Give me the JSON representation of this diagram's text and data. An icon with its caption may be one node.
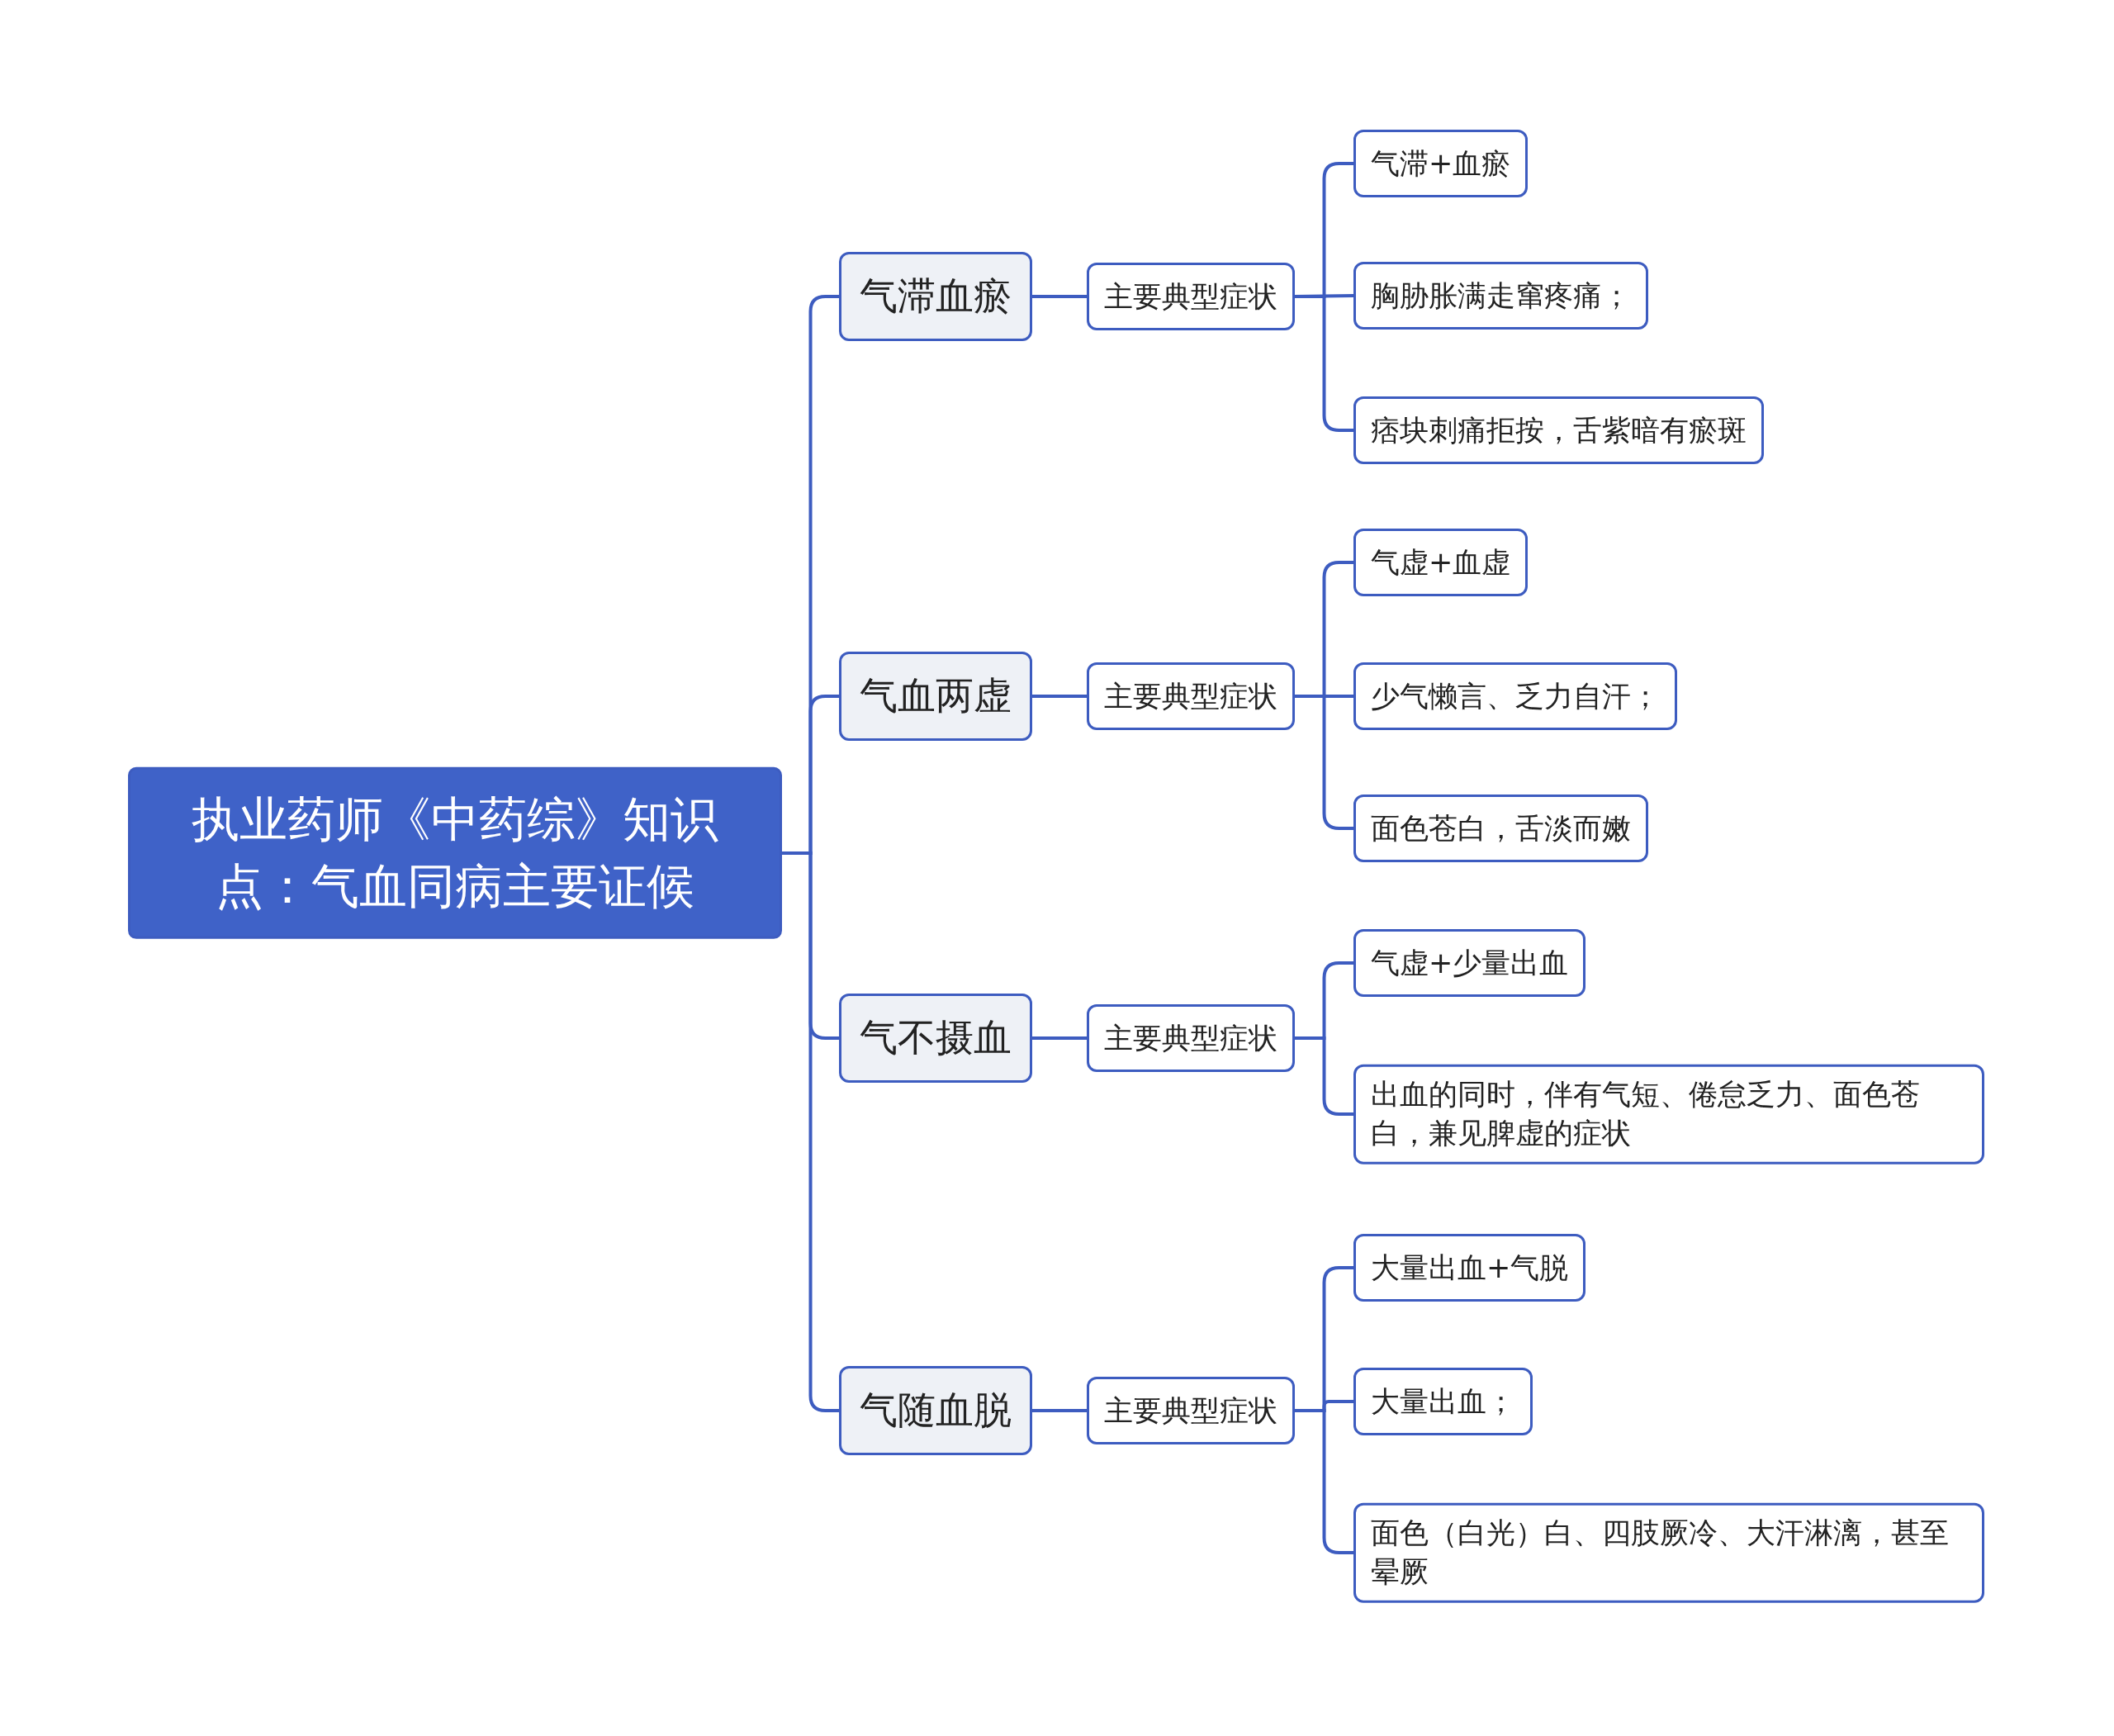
{
  "diagram": {
    "nodes": [
      {
        "text": [
          "执业药师《中药综》知识点：气血同病主要证候"
        ]
      },
      {
        "text": [
          "气滞血瘀"
        ]
      },
      {
        "text": [
          "主要典型症状"
        ]
      },
      {
        "text": [
          "气滞+血瘀"
        ]
      },
      {
        "text": [
          "胸胁胀满走窜疼痛；"
        ]
      },
      {
        "text": [
          "痞块刺痛拒按，舌紫暗有瘀斑"
        ]
      },
      {
        "text": [
          "气血两虚"
        ]
      },
      {
        "text": [
          "主要典型症状"
        ]
      },
      {
        "text": [
          "气虚+血虚"
        ]
      },
      {
        "text": [
          "少气懒言、乏力自汗；"
        ]
      },
      {
        "text": [
          "面色苍白，舌淡而嫩"
        ]
      },
      {
        "text": [
          "气不摄血"
        ]
      },
      {
        "text": [
          "主要典型症状"
        ]
      },
      {
        "text": [
          "气虚+少量出血"
        ]
      },
      {
        "text": [
          "出血的同时，伴有气短、倦怠乏力、面色苍白，兼见脾虚的症状"
        ]
      },
      {
        "text": [
          "气随血脱"
        ]
      },
      {
        "text": [
          "主要典型症状"
        ]
      },
      {
        "text": [
          "大量出血+气脱"
        ]
      },
      {
        "text": [
          "大量出血；"
        ]
      },
      {
        "text": [
          "面色（白光）白、四肢厥冷、大汗淋漓，甚至晕厥"
        ]
      }
    ],
    "edges": [
      {
        "from": 0,
        "to": 1,
        "arrow": "none"
      },
      {
        "from": 0,
        "to": 6,
        "arrow": "none"
      },
      {
        "from": 0,
        "to": 11,
        "arrow": "none"
      },
      {
        "from": 0,
        "to": 15,
        "arrow": "none"
      },
      {
        "from": 1,
        "to": 2,
        "arrow": "none"
      },
      {
        "from": 6,
        "to": 7,
        "arrow": "none"
      },
      {
        "from": 11,
        "to": 12,
        "arrow": "none"
      },
      {
        "from": 15,
        "to": 16,
        "arrow": "none"
      },
      {
        "from": 2,
        "to": 3,
        "arrow": "none"
      },
      {
        "from": 2,
        "to": 4,
        "arrow": "none"
      },
      {
        "from": 2,
        "to": 5,
        "arrow": "none"
      },
      {
        "from": 7,
        "to": 8,
        "arrow": "none"
      },
      {
        "from": 7,
        "to": 9,
        "arrow": "none"
      },
      {
        "from": 7,
        "to": 10,
        "arrow": "none"
      },
      {
        "from": 12,
        "to": 13,
        "arrow": "none"
      },
      {
        "from": 12,
        "to": 14,
        "arrow": "none"
      },
      {
        "from": 16,
        "to": 17,
        "arrow": "none"
      },
      {
        "from": 16,
        "to": 18,
        "arrow": "none"
      },
      {
        "from": 16,
        "to": 19,
        "arrow": "none"
      }
    ]
  }
}
